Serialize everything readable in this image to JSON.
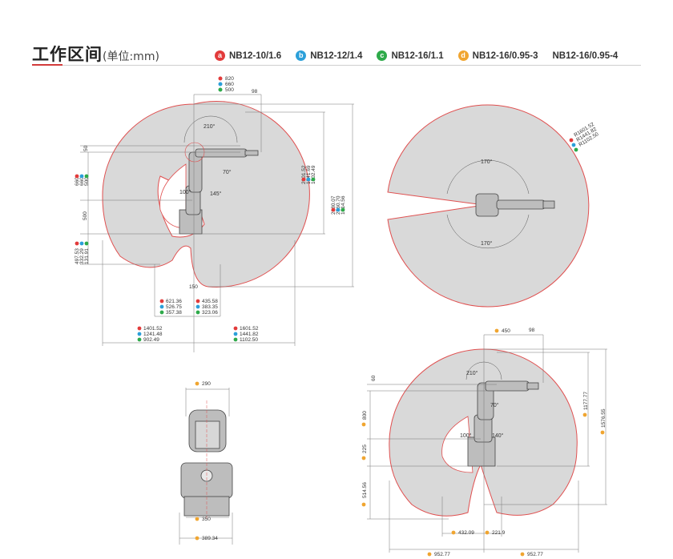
{
  "header": {
    "title": "工作区间",
    "subtitle": "(单位:mm)"
  },
  "legend": [
    {
      "badge": "a",
      "label": "NB12-10/1.6",
      "color": "#e23b3b"
    },
    {
      "badge": "b",
      "label": "NB12-12/1.4",
      "color": "#2b9fd9"
    },
    {
      "badge": "c",
      "label": "NB12-16/1.1",
      "color": "#2eaa4a"
    },
    {
      "badge": "d",
      "label": "NB12-16/0.95-3",
      "color": "#f0a530"
    },
    {
      "badge": "",
      "label": "NB12-16/0.95-4",
      "color": ""
    }
  ],
  "side_view": {
    "top_offsets": [
      "820",
      "660",
      "500"
    ],
    "wrist_offset": "98",
    "upper_arm_heights": [
      "660",
      "660",
      "500"
    ],
    "link_offset": "50",
    "base_height": "500",
    "lower_reach": [
      "497.53",
      "332.29",
      "131.91"
    ],
    "height_above_shoulder": [
      "2001.52",
      "1841.69",
      "1502.49"
    ],
    "total_height": [
      "2880.07",
      "2560.70",
      "1914.56"
    ],
    "inner_left": [
      "621.36",
      "526.75",
      "357.38"
    ],
    "inner_right": [
      "435.58",
      "383.35",
      "323.06"
    ],
    "outer_left": [
      "1401.52",
      "1241.48",
      "902.49"
    ],
    "outer_right": [
      "1601.52",
      "1441.82",
      "1102.50"
    ],
    "base_width": "150",
    "angle_top": "210°",
    "angle_mid": "70°",
    "angle_low": "100°",
    "angle_base": "145°"
  },
  "top_view": {
    "radii": [
      "R1601.52",
      "R1441.82",
      "R1102.50"
    ],
    "angle_upper": "170°",
    "angle_lower": "170°"
  },
  "front_view": {
    "top_width": "290",
    "base_width": "350",
    "foot_width": "389.34"
  },
  "small_side_view": {
    "top_offset": "450",
    "wrist_offset": "98",
    "link_offset": "60",
    "arm_length": "800",
    "base_height": "225",
    "lower_reach": "514.56",
    "height_above": "1177.77",
    "total_height": "1576.55",
    "inner_left": "432.09",
    "inner_right": "221.9",
    "outer_left": "952.77",
    "outer_right": "952.77",
    "angle_top": "210°",
    "angle_mid": "70°",
    "angle_low": "100°",
    "angle_base": "140°"
  }
}
